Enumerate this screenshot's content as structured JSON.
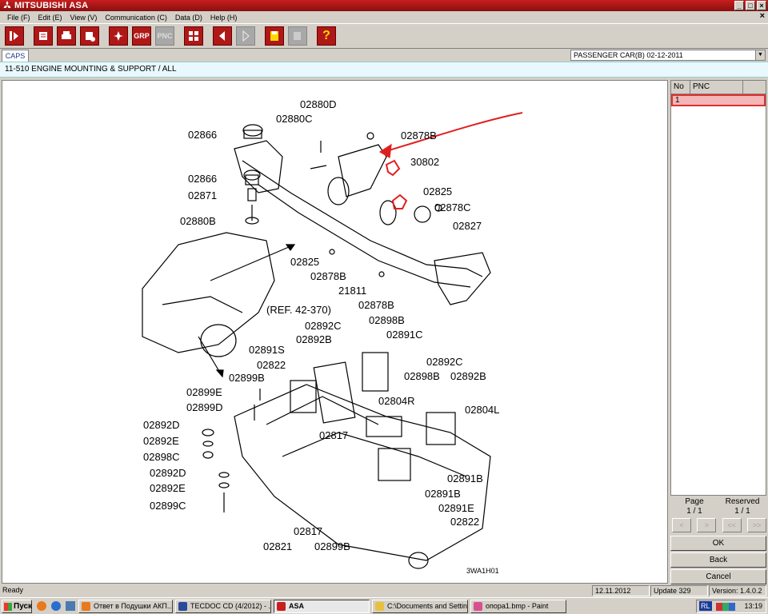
{
  "window": {
    "title": "MITSUBISHI ASA"
  },
  "menu": [
    "File (F)",
    "Edit (E)",
    "View (V)",
    "Communication (C)",
    "Data (D)",
    "Help (H)"
  ],
  "toolbar": {
    "grp_label": "GRP",
    "pnc_label": "PNC",
    "help_label": "?"
  },
  "caps": {
    "tab_label": "CAPS",
    "car_select": "PASSENGER CAR(B)  02-12-2011"
  },
  "group": {
    "title": "11-510  ENGINE MOUNTING & SUPPORT / ALL"
  },
  "diagram": {
    "labels": [
      "02880D",
      "02880C",
      "02866",
      "02878B",
      "30802",
      "02866",
      "02871",
      "02825",
      "02878C",
      "02880B",
      "02827",
      "02825",
      "02878B",
      "21811",
      "02878B",
      "(REF. 42-370)",
      "02892C",
      "02898B",
      "02891C",
      "02892B",
      "02891S",
      "02822",
      "02892C",
      "02899B",
      "02898B",
      "02892B",
      "02899E",
      "02804R",
      "02899D",
      "02804L",
      "02817",
      "02892D",
      "02892E",
      "02898C",
      "02892D",
      "02891B",
      "02892E",
      "02891B",
      "02891E",
      "02899C",
      "02822",
      "02817",
      "02821",
      "02899B",
      "3WA1H01"
    ],
    "annotation_color": "#e02020"
  },
  "pnc_table": {
    "headers": [
      "No",
      "PNC"
    ],
    "rows": [
      {
        "no": "1",
        "pnc": ""
      }
    ]
  },
  "pager": {
    "page_label": "Page",
    "page_value": "1 / 1",
    "reserved_label": "Reserved",
    "reserved_value": "1 / 1"
  },
  "nav_buttons": [
    "<",
    ">",
    "<<",
    ">>"
  ],
  "buttons": {
    "ok": "OK",
    "back": "Back",
    "cancel": "Cancel"
  },
  "status": {
    "state": "Ready",
    "date": "12.11.2012",
    "update": "Update 329",
    "version": "Version: 1.4.0.2"
  },
  "taskbar": {
    "start": "Пуск",
    "items": [
      "Ответ в Подушки АКП...",
      "TECDOC CD (4/2012) - ...",
      "ASA",
      "C:\\Documents and Settin...",
      "опора1.bmp - Paint"
    ],
    "lang": "RL",
    "clock": "13:19"
  },
  "colors": {
    "brand_red": "#b01818",
    "highlight": "#f4b6b6",
    "group_bg": "#e8f8fc"
  }
}
